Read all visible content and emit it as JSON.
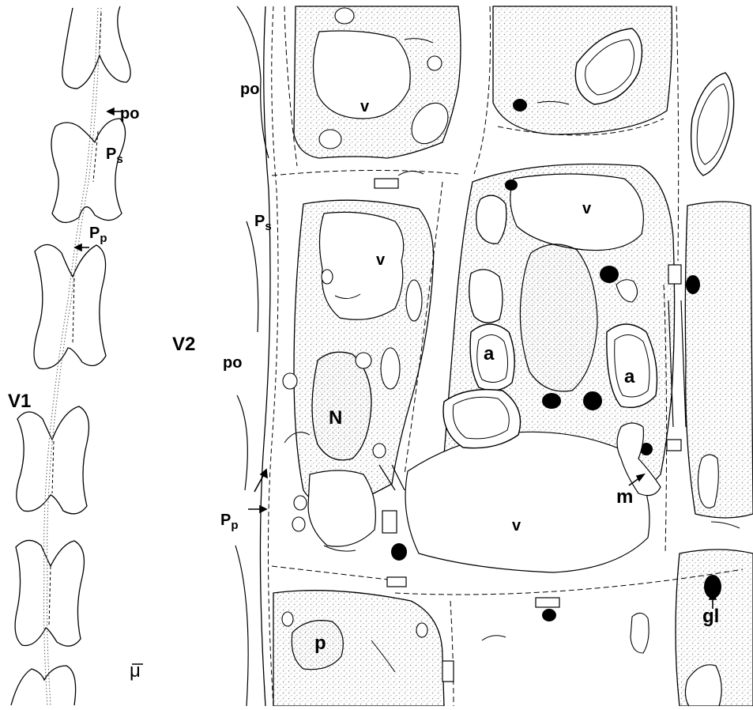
{
  "labels": {
    "v1": "V1",
    "v2": "V2",
    "po": "po",
    "ps_main": "P",
    "ps_sub": "s",
    "pp_main": "P",
    "pp_sub": "p",
    "v": "v",
    "n": "N",
    "a": "a",
    "m": "m",
    "p": "p",
    "gl": "gl",
    "mu": "μ"
  },
  "colors": {
    "ink": "#000000",
    "paper": "#ffffff",
    "stipple": "#9a9a9a"
  }
}
